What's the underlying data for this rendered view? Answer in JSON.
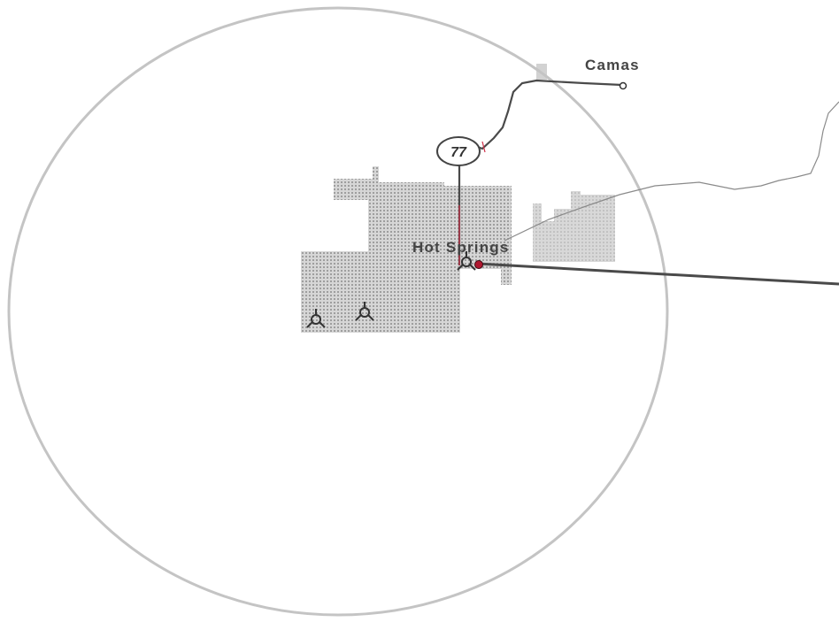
{
  "map": {
    "places": {
      "camas": {
        "label": "Camas"
      },
      "hot_springs": {
        "label": "Hot Springs"
      }
    },
    "route_shield": {
      "label": "77"
    },
    "colors": {
      "background": "#ffffff",
      "radius_circle": "#c4c4c4",
      "town_area_dots": "#8c8c8c",
      "town_area_fill": "#d2d2d2",
      "adjacent_area_fill": "#cfcfcf",
      "road": "#555555",
      "minor_road": "#888888",
      "highlight_line": "#d0324a",
      "site_marker": "#b01830",
      "label_text": "#444444"
    },
    "icons": {
      "wells": "tower-icon",
      "site": "site-marker-icon",
      "town": "town-point-icon"
    }
  }
}
